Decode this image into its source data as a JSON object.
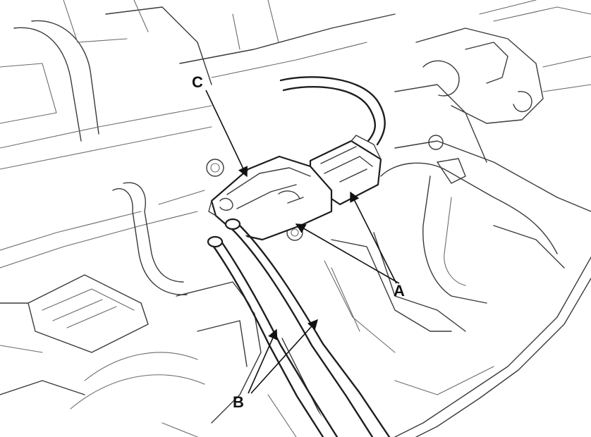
{
  "callouts": {
    "a": "A",
    "b": "B",
    "c": "C"
  },
  "colors": {
    "line": "#1e1e1e",
    "background": "#ffffff"
  }
}
